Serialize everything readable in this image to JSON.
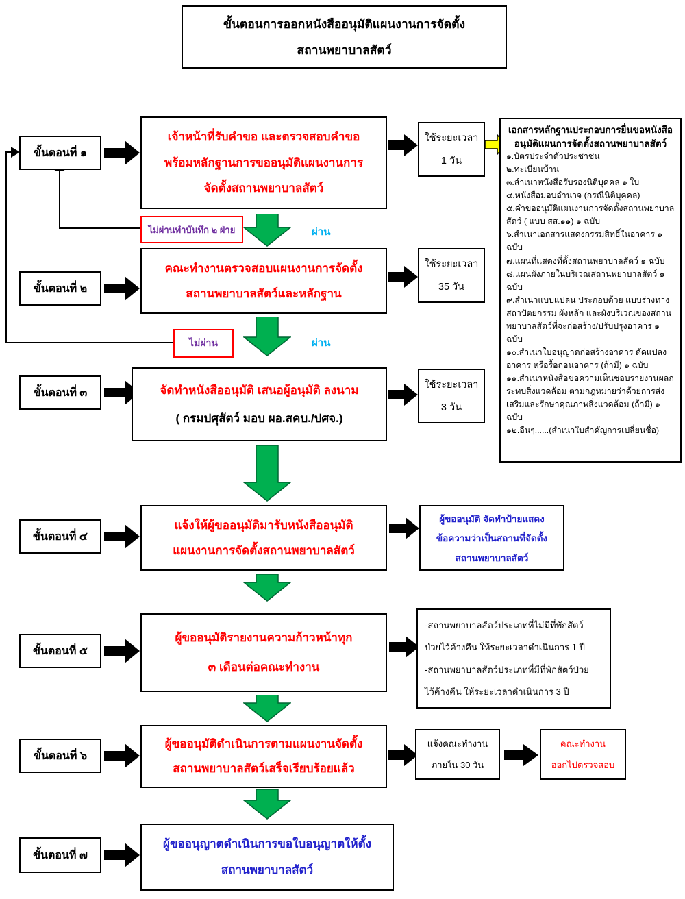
{
  "title": {
    "line1": "ขั้นตอนการออกหนังสืออนุมัติแผนงานการจัดตั้ง",
    "line2": "สถานพยาบาลสัตว์"
  },
  "labels": {
    "pass": "ผ่าน",
    "fail_step1": "ไม่ผ่านทำบันทึก ๒ ฝ่าย",
    "fail_step2": "ไม่ผ่าน"
  },
  "steps": [
    {
      "label": "ขั้นตอนที่ ๑",
      "lines": [
        "เจ้าหน้าที่รับคำขอ และตรวจสอบคำขอ",
        "พร้อมหลักฐานการขออนุมัติแผนงานการ",
        "จัดตั้งสถานพยาบาลสัตว์"
      ],
      "duration_line1": "ใช้ระยะเวลา",
      "duration_line2": "1 วัน"
    },
    {
      "label": "ขั้นตอนที่ ๒",
      "lines": [
        "คณะทำงานตรวจสอบแผนงานการจัดตั้ง",
        "สถานพยาบาลสัตว์และหลักฐาน"
      ],
      "duration_line1": "ใช้ระยะเวลา",
      "duration_line2": "35 วัน"
    },
    {
      "label": "ขั้นตอนที่ ๓",
      "lines": [
        "จัดทำหนังสืออนุมัติ เสนอผู้อนุมัติ ลงนาม",
        "( กรมปศุสัตว์ มอบ ผอ.สคบ./ปศจ.)"
      ],
      "duration_line1": "ใช้ระยะเวลา",
      "duration_line2": "3 วัน"
    },
    {
      "label": "ขั้นตอนที่ ๔",
      "lines": [
        "แจ้งให้ผู้ขออนุมัติมารับหนังสืออนุมัติ",
        "แผนงานการจัดตั้งสถานพยาบาลสัตว์"
      ],
      "side_note": [
        "ผู้ขออนุมัติ จัดทำป้ายแสดง",
        "ข้อความว่าเป็นสถานที่จัดตั้ง",
        "สถานพยาบาลสัตว์"
      ]
    },
    {
      "label": "ขั้นตอนที่ ๕",
      "lines": [
        "ผู้ขออนุมัติรายงานความก้าวหน้าทุก",
        "๓ เดือนต่อคณะทำงาน"
      ],
      "side_note": [
        "-สถานพยาบาลสัตว์ประเภทที่ไม่มีที่พักสัตว์",
        "ป่วยไว้ค้างคืน ให้ระยะเวลาดำเนินการ 1 ปี",
        "-สถานพยาบาลสัตว์ประเภทที่มีที่พักสัตว์ป่วย",
        "ไว้ค้างคืน ให้ระยะเวลาดำเนินการ 3 ปี"
      ]
    },
    {
      "label": "ขั้นตอนที่ ๖",
      "lines": [
        "ผู้ขออนุมัติดำเนินการตามแผนงานจัดตั้ง",
        "สถานพยาบาลสัตว์เสร็จเรียบร้อยแล้ว"
      ],
      "notify": [
        "แจ้งคณะทำงาน",
        "ภายใน 30 วัน"
      ],
      "inspect": [
        "คณะทำงาน",
        "ออกไปตรวจสอบ"
      ]
    },
    {
      "label": "ขั้นตอนที่ ๗",
      "lines": [
        "ผู้ขออนุญาตดำเนินการขอใบอนุญาตให้ตั้ง",
        "สถานพยาบาลสัตว์"
      ]
    }
  ],
  "documents": {
    "heading_line1": "เอกสารหลักฐานประกอบการยื่นขอหนังสือ",
    "heading_line2": "อนุมัติแผนการจัดตั้งสถานพยาบาลสัตว์",
    "items": [
      "๑.บัตรประจำตัวประชาชน",
      "๒.ทะเบียนบ้าน",
      "๓.สำเนาหนังสือรับรองนิติบุคคล ๑ ใบ",
      "๔.หนังสือมอบอำนาจ (กรณีนิติบุคคล)",
      "๕.คำขออนุมัติแผนงานการจัดตั้งสถานพยาบาลสัตว์ ( แบบ สส.๑๑) ๑ ฉบับ",
      "๖.สำเนาเอกสารแสดงกรรมสิทธิ์ในอาคาร ๑ ฉบับ",
      "๗.แผนที่แสดงที่ตั้งสถานพยาบาลสัตว์ ๑ ฉบับ",
      "๘.แผนผังภายในบริเวณสถานพยาบาลสัตว์ ๑ ฉบับ",
      "๙.สำเนาแบบแปลน ประกอบด้วย แบบร่างทางสถาปัตยกรรม ผังหลัก และผังบริเวณของสถานพยาบาลสัตว์ที่จะก่อสร้าง/ปรับปรุงอาคาร ๑ ฉบับ",
      "๑๐.สำเนาใบอนุญาตก่อสร้างอาคาร ดัดแปลงอาคาร หรือรื้อถอนอาคาร (ถ้ามี) ๑ ฉบับ",
      "๑๑.สำเนาหนังสือขอความเห็นชอบรายงานผลกระทบสิ่งแวดล้อม ตามกฎหมายว่าด้วยการส่งเสริมและรักษาคุณภาพสิ่งแวดล้อม (ถ้ามี) ๑ ฉบับ",
      "๑๒.อื่นๆ......(สำเนาใบสำคัญการเปลี่ยนชื่อ)"
    ]
  },
  "colors": {
    "step_text": "#ff0000",
    "pass_text": "#00b0f0",
    "fail_text": "#7030a0",
    "fail_border": "#ff0000",
    "blue_text": "#2222cc",
    "green_arrow": "#00b050",
    "yellow_arrow": "#ffff00",
    "black": "#000000"
  }
}
